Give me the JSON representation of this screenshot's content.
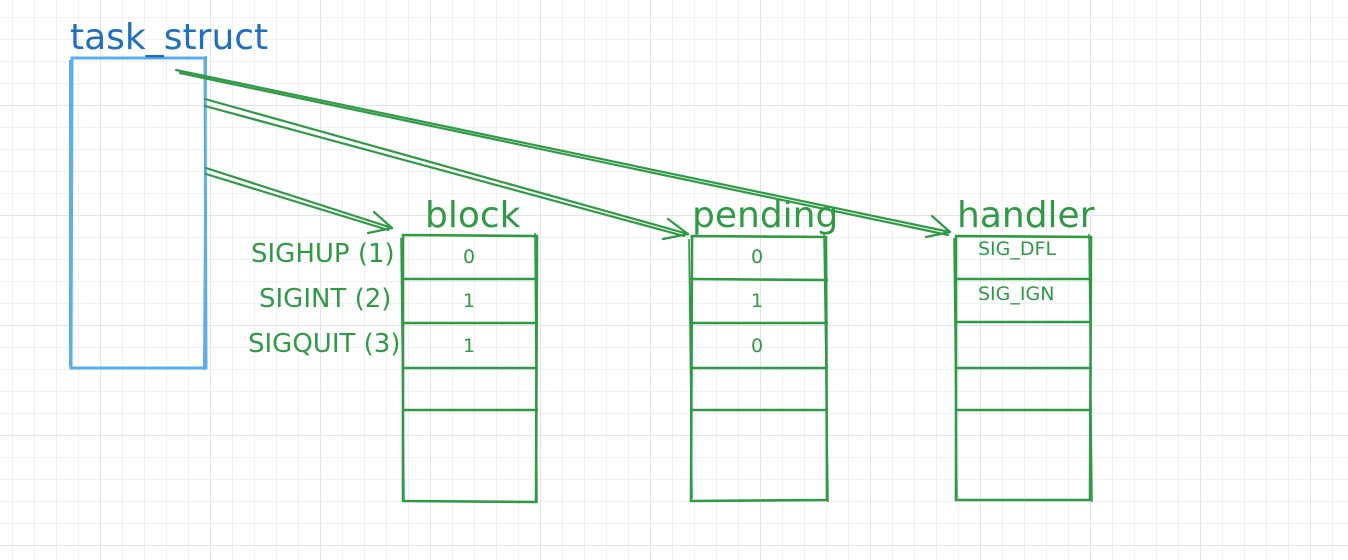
{
  "diagram": {
    "task_struct": {
      "title": "task_struct"
    },
    "block": {
      "title": "block",
      "values": [
        "0",
        "1",
        "1"
      ]
    },
    "pending": {
      "title": "pending",
      "values": [
        "0",
        "1",
        "0"
      ]
    },
    "handler": {
      "title": "handler",
      "values": [
        "SIG_DFL",
        "SIG_IGN"
      ]
    },
    "signals": [
      "SIGHUP (1)",
      "SIGINT (2)",
      "SIGQUIT (3)"
    ],
    "colors": {
      "task_struct": "#1e6fbd",
      "task_struct_box": "#5aaeee",
      "tables": "#2f9a45"
    }
  }
}
